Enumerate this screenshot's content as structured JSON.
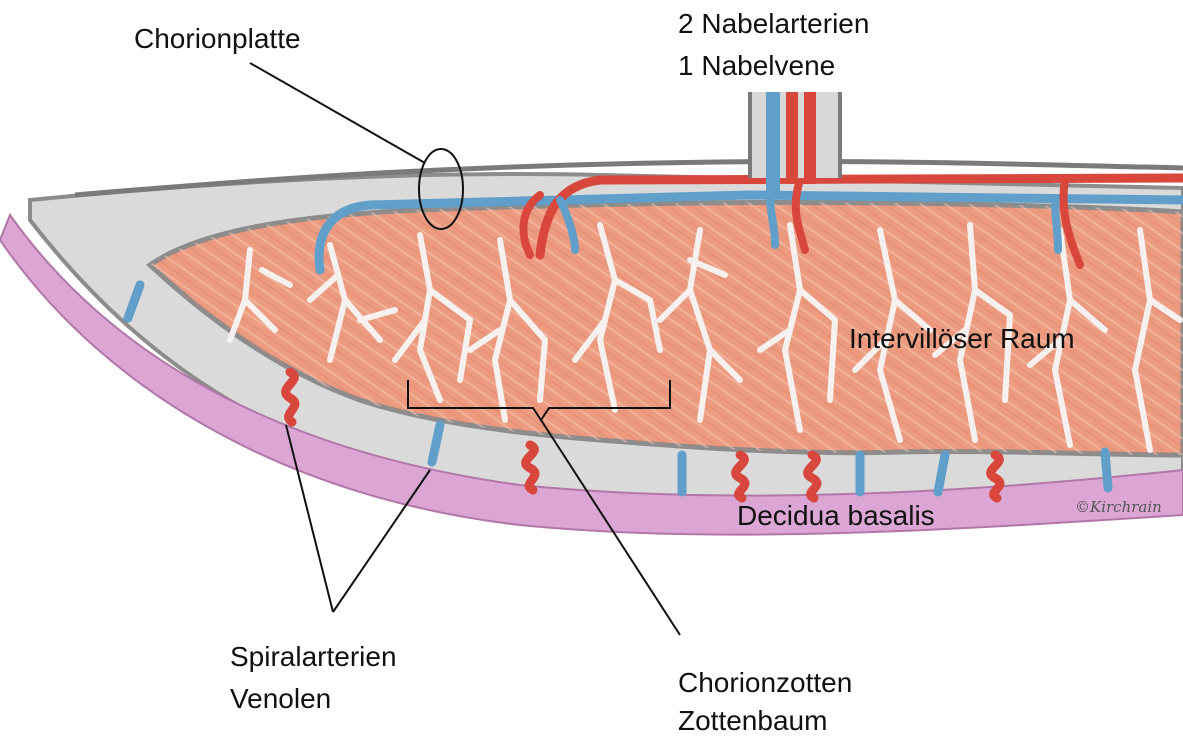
{
  "labels": {
    "chorionplatte": "Chorionplatte",
    "nabel_line1": "2 Nabelarterien",
    "nabel_line2": "1 Nabelvene",
    "intervilloser_raum": "Intervillöser Raum",
    "decidua_basalis": "Decidua basalis",
    "spiral_line1": "Spiralarterien",
    "spiral_line2": "Venolen",
    "zotten_line1": "Chorionzotten",
    "zotten_line2": "Zottenbaum"
  },
  "signature": "©Kirchrain",
  "colors": {
    "villous_tissue": "#ec9b80",
    "artery_red": "#d8463c",
    "vein_blue": "#5f9fc9",
    "decidua_pink": "#dca6d4",
    "outline_grey": "#8c8c8c",
    "plate_grey": "#dadada",
    "annotation_black": "#111111"
  }
}
